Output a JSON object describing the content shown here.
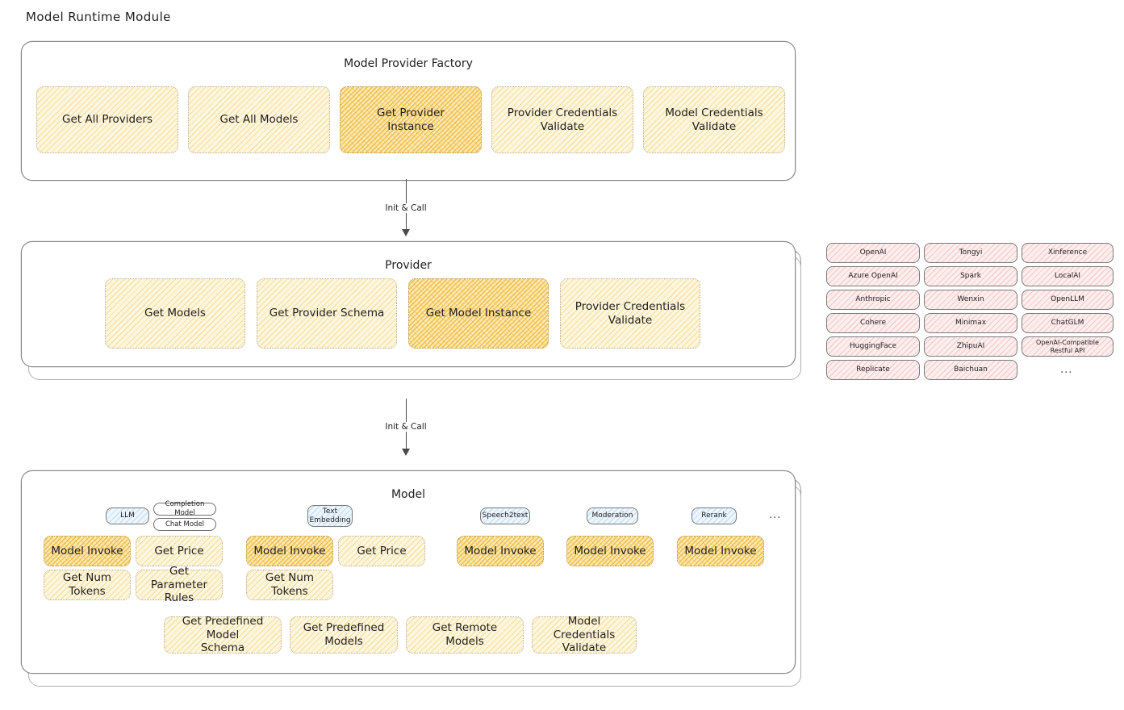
{
  "page": {
    "title": "Model Runtime Module"
  },
  "factory": {
    "title": "Model Provider Factory",
    "nodes": [
      {
        "label": "Get All Providers",
        "highlight": false
      },
      {
        "label": "Get All Models",
        "highlight": false
      },
      {
        "label": "Get Provider\nInstance",
        "highlight": true
      },
      {
        "label": "Provider Credentials\nValidate",
        "highlight": false
      },
      {
        "label": "Model Credentials\nValidate",
        "highlight": false
      }
    ]
  },
  "arrows": [
    {
      "label": "Init & Call"
    },
    {
      "label": "Init & Call"
    }
  ],
  "provider": {
    "title": "Provider",
    "nodes": [
      {
        "label": "Get Models",
        "highlight": false
      },
      {
        "label": "Get Provider Schema",
        "highlight": false
      },
      {
        "label": "Get Model Instance",
        "highlight": true
      },
      {
        "label": "Provider Credentials\nValidate",
        "highlight": false
      }
    ]
  },
  "provider_list": {
    "columns": [
      [
        "OpenAI",
        "Azure OpenAI",
        "Anthropic",
        "Cohere",
        "HuggingFace",
        "Replicate"
      ],
      [
        "Tongyi",
        "Spark",
        "Wenxin",
        "Minimax",
        "ZhipuAI",
        "Baichuan"
      ],
      [
        "Xinference",
        "LocalAI",
        "OpenLLM",
        "ChatGLM",
        "OpenAI-Compatible Restful API"
      ]
    ],
    "more": "..."
  },
  "model": {
    "title": "Model",
    "more": "...",
    "types": [
      {
        "name": "LLM",
        "subtypes": [
          "Completion Model",
          "Chat Model"
        ]
      },
      {
        "name": "Text\nEmbedding",
        "subtypes": []
      },
      {
        "name": "Speech2text",
        "subtypes": []
      },
      {
        "name": "Moderation",
        "subtypes": []
      },
      {
        "name": "Rerank",
        "subtypes": []
      }
    ],
    "columns": [
      {
        "ops_row1": [
          {
            "label": "Model Invoke",
            "highlight": true
          },
          {
            "label": "Get Price",
            "highlight": false
          }
        ],
        "ops_row2": [
          {
            "label": "Get Num Tokens",
            "highlight": false
          },
          {
            "label": "Get Parameter\nRules",
            "highlight": false
          }
        ]
      },
      {
        "ops_row1": [
          {
            "label": "Model Invoke",
            "highlight": true
          },
          {
            "label": "Get Price",
            "highlight": false
          }
        ],
        "ops_row2": [
          {
            "label": "Get Num Tokens",
            "highlight": false
          }
        ]
      },
      {
        "ops_row1": [
          {
            "label": "Model Invoke",
            "highlight": true
          }
        ],
        "ops_row2": []
      },
      {
        "ops_row1": [
          {
            "label": "Model Invoke",
            "highlight": true
          }
        ],
        "ops_row2": []
      },
      {
        "ops_row1": [
          {
            "label": "Model Invoke",
            "highlight": true
          }
        ],
        "ops_row2": []
      }
    ],
    "shared_ops": [
      {
        "label": "Get Predefined Model\nSchema"
      },
      {
        "label": "Get Predefined\nModels"
      },
      {
        "label": "Get Remote Models"
      },
      {
        "label": "Model Credentials\nValidate"
      }
    ]
  },
  "colors": {
    "amber_light": "#fdf6df",
    "amber_highlight": "#fbe9b4",
    "rose": "#fdeeee",
    "blue": "#eef6fd",
    "stroke": "#868686"
  }
}
